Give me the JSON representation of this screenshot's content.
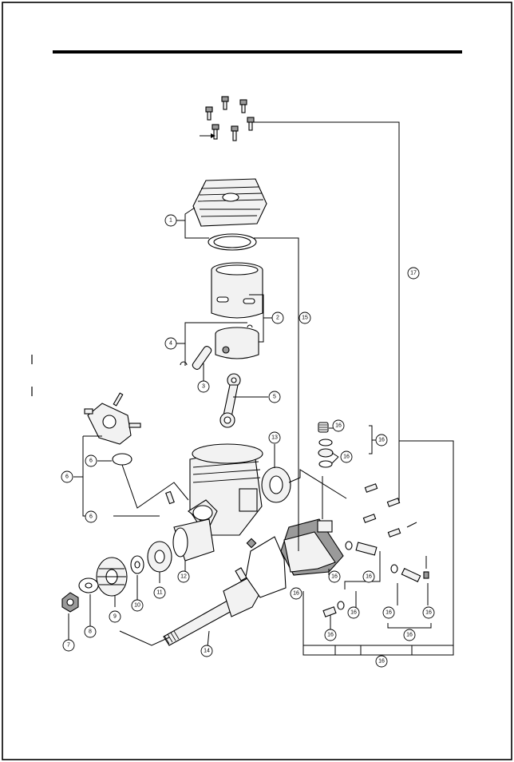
{
  "callouts": [
    {
      "id": "c1",
      "label": "1"
    },
    {
      "id": "c2",
      "label": "2"
    },
    {
      "id": "c3",
      "label": "3"
    },
    {
      "id": "c4",
      "label": "4"
    },
    {
      "id": "c5",
      "label": "5"
    },
    {
      "id": "c6a",
      "label": "6"
    },
    {
      "id": "c6b",
      "label": "6"
    },
    {
      "id": "c6c",
      "label": "6"
    },
    {
      "id": "c7",
      "label": "7"
    },
    {
      "id": "c8",
      "label": "8"
    },
    {
      "id": "c9",
      "label": "9"
    },
    {
      "id": "c10",
      "label": "10"
    },
    {
      "id": "c11",
      "label": "11"
    },
    {
      "id": "c12",
      "label": "12"
    },
    {
      "id": "c13",
      "label": "13"
    },
    {
      "id": "c14",
      "label": "14"
    },
    {
      "id": "c15",
      "label": "15"
    },
    {
      "id": "c16a",
      "label": "16"
    },
    {
      "id": "c16b",
      "label": "16"
    },
    {
      "id": "c16c",
      "label": "16"
    },
    {
      "id": "c16d",
      "label": "16"
    },
    {
      "id": "c16e",
      "label": "16"
    },
    {
      "id": "c16f",
      "label": "16"
    },
    {
      "id": "c16g",
      "label": "16"
    },
    {
      "id": "c16h",
      "label": "16"
    },
    {
      "id": "c16i",
      "label": "16"
    },
    {
      "id": "c16j",
      "label": "16"
    },
    {
      "id": "c16k",
      "label": "16"
    },
    {
      "id": "c16l",
      "label": "16"
    },
    {
      "id": "c16m",
      "label": "16"
    },
    {
      "id": "c17",
      "label": "17"
    }
  ]
}
